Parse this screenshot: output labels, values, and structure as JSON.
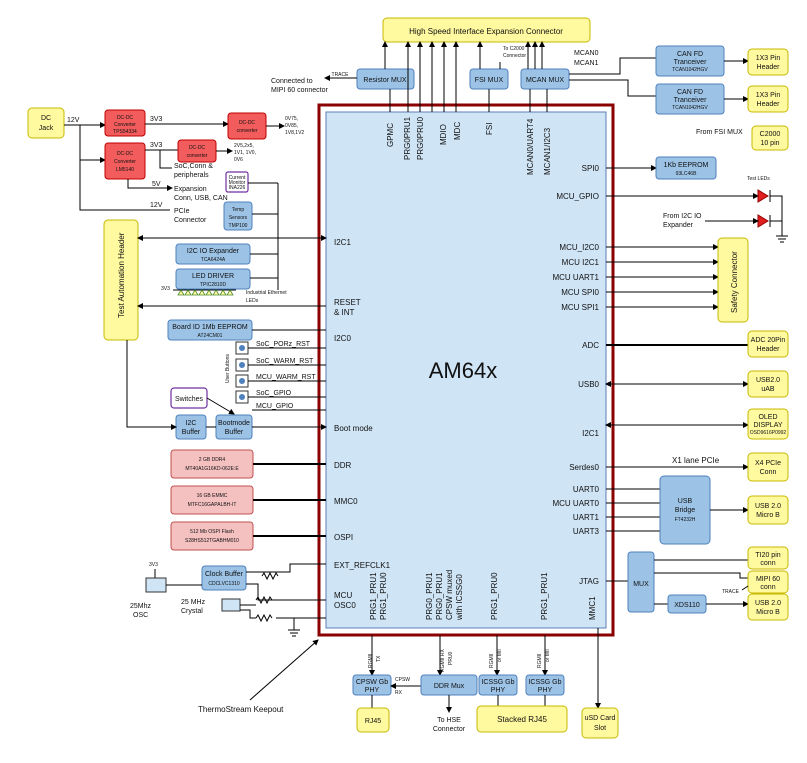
{
  "soc": {
    "name": "AM64x"
  },
  "top_connector": "High Speed Interface Expansion Connector",
  "top": {
    "resistor_mux": "Resistor MUX",
    "trace_label": "TRACE",
    "mipi_note_1": "Connected to",
    "mipi_note_2": "MIPI 60 connector",
    "fsi_mux": "FSI MUX",
    "c2000_note_1": "To C2000",
    "c2000_note_2": "Connector",
    "mcan_mux": "MCAN MUX",
    "mcan0": "MCAN0",
    "mcan1": "MCAN1",
    "can_fd_1": "CAN FD",
    "can_fd_1b": "Tranceiver",
    "can_fd_1c": "TCAN1042HGV",
    "can_fd_2": "CAN FD",
    "can_fd_2b": "Tranceiver",
    "can_fd_2c": "TCAN1042HGV",
    "hdr_1x3_a1": "1X3 Pin",
    "hdr_1x3_a2": "Header",
    "hdr_1x3_b1": "1X3 Pin",
    "hdr_1x3_b2": "Header",
    "from_fsi_mux": "From FSI MUX",
    "c2000_1": "C2000",
    "c2000_2": "10 pin"
  },
  "soc_top_pins": [
    "GPMC",
    "PRG0PRU1",
    "PRG0PRU0",
    "MDIO",
    "MDC",
    "FSI",
    "MCAN0/UART4",
    "MCAN1/I2C3"
  ],
  "soc_left_pins": {
    "i2c1": "I2C1",
    "reset": "RESET",
    "reset2": "& INT",
    "i2c0": "I2C0",
    "boot": "Boot mode",
    "ddr": "DDR",
    "mmc0": "MMC0",
    "ospi": "OSPI",
    "ext_refclk": "EXT_REFCLK1",
    "mcu": "MCU",
    "osc0": "OSC0"
  },
  "soc_right_pins": {
    "spi0": "SPI0",
    "mcu_gpio": "MCU_GPIO",
    "mcu_i2c0": "MCU_I2C0",
    "mcu_i2c1": "MCU I2C1",
    "mcu_uart1": "MCU UART1",
    "mcu_spi0": "MCU SPI0",
    "mcu_spi1": "MCU SPI1",
    "adc": "ADC",
    "usb0": "USB0",
    "i2c1": "I2C1",
    "serdes0": "Serdes0",
    "uart0": "UART0",
    "mcu_uart0": "MCU UART0",
    "uart1": "UART1",
    "uart3": "UART3",
    "jtag": "JTAG",
    "mmc1": "MMC1"
  },
  "soc_bottom_pins": {
    "p1a": "PRG1_PRU1",
    "p1b": "PRG1_PRU0",
    "p2a": "PRG0_PRU1",
    "p2b": "PRG0_PRU1",
    "p2c": "CPSW muxed",
    "p2d": "with ICSSG0",
    "p3": "PRG1_PRU0",
    "p4": "PRG1_PRU1"
  },
  "power": {
    "dc_jack_1": "DC",
    "dc_jack_2": "Jack",
    "v12": "12V",
    "v3v3_a": "3V3",
    "v3v3_b": "3V3",
    "v5": "5V",
    "v12b": "12V",
    "conv1_a": "DC-DC",
    "conv1_b": "Converter",
    "conv1_c": "TPS54334",
    "conv2_a": "DC-DC",
    "conv2_b": "Converter",
    "conv2_c": "LM5140",
    "conv3_a": "DC-DC",
    "conv3_b": "converter",
    "conv4_a": "DC-DC",
    "conv4_b": "converter",
    "rails_1": "0V75,",
    "rails_2": "0V85,",
    "rails_3": "1V8,1V2",
    "rails_4": "2V5,2x5,",
    "rails_5": "1V1, 1V0,",
    "rails_6": "0V6",
    "soc_conn_1": "SoC,Conn &",
    "soc_conn_2": "peripherals",
    "exp_1": "Expansion",
    "exp_2": "Conn, USB, CAN",
    "pcie_1": "PCIe",
    "pcie_2": "Connector",
    "cur_mon_1": "Current",
    "cur_mon_2": "Monitor",
    "cur_mon_3": "INA226",
    "temp_1": "Temp",
    "temp_2": "Sensors",
    "temp_3": "TMP100"
  },
  "left": {
    "test_auto": "Test Automation Header",
    "io_exp_1": "I2C IO Expander",
    "io_exp_2": "TCA6424A",
    "led_drv_1": "LED DRIVER",
    "led_drv_2": "TPIC2810D",
    "v3v3_led": "3V3",
    "ind_eth_1": "Industrial Ethernet",
    "ind_eth_2": "LEDs",
    "eeprom_1": "Board ID 1Mb EEPROM",
    "eeprom_2": "AT24CM01",
    "user_buttons": "User Buttons",
    "btn_por": "SoC_PORz_RST",
    "btn_warm": "SoC_WARM_RST",
    "btn_mcu_warm": "MCU_WARM_RST",
    "btn_gpio": "SoC_GPIO",
    "btn_mcu_gpio": "MCU_GPIO",
    "switches": "Switches",
    "i2c_buf_1": "I2C",
    "i2c_buf_2": "Buffer",
    "boot_buf_1": "Bootmode",
    "boot_buf_2": "Buffer",
    "ddr_1": "2 GB DDR4",
    "ddr_2": "MT40A1G16KD-062E:E",
    "emmc_1": "16 GB EMMC",
    "emmc_2": "MTFC16GAPALBH-IT",
    "ospi_1": "512 Mb OSPI Flash",
    "ospi_2": "S28HS512TGABHM010",
    "clk_buf_1": "Clock Buffer",
    "clk_buf_2": "CDCLVC1310",
    "v3v3_clk": "3V3",
    "osc_25_1": "25Mhz",
    "osc_25_2": "OSC",
    "xtal_1": "25 MHz",
    "xtal_2": "Crystal",
    "thermo": "ThermoStream Keepout"
  },
  "right": {
    "eeprom_1": "1Kb EEPROM",
    "eeprom_2": "93LC46B",
    "test_leds": "Test LEDs",
    "from_i2c_1": "From I2C IO",
    "from_i2c_2": "Expander",
    "safety": "Safety Connector",
    "adc_1": "ADC 20Pin",
    "adc_2": "Header",
    "usb_uab_1": "USB2.0",
    "usb_uab_2": "uAB",
    "oled_1": "OLED",
    "oled_2": "DISPLAY",
    "oled_3": "OSD9616P0992",
    "pcie_lane": "X1 lane PCIe",
    "x4_1": "X4 PCIe",
    "x4_2": "Conn",
    "usb_bridge_1": "USB",
    "usb_bridge_2": "Bridge",
    "usb_bridge_3": "FT4232H",
    "usb_micro_1": "USB 2.0",
    "usb_micro_2": "Micro B",
    "mux": "MUX",
    "ti20_1": "TI20 pin",
    "ti20_2": "conn",
    "mipi_1": "MIPI 60",
    "mipi_2": "conn",
    "trace2": "TRACE",
    "xds": "XDS110",
    "usb_micro_b_1": "USB 2.0",
    "usb_micro_b_2": "Micro B"
  },
  "bottom": {
    "rgmi_tx_1": "RGMII",
    "rgmi_tx_2": "TX",
    "cpsw_phy_1": "CPSW Gb",
    "cpsw_phy_2": "PHY",
    "cpsw_rx_1": "CPSW",
    "cpsw_rx_2": "RX",
    "rj45": "RJ45",
    "rgmi_rx_1": "RGMII RX",
    "rgmi_rx_2": "PRU0",
    "ddr_mux": "DDR Mux",
    "to_hse_1": "To HSE",
    "to_hse_2": "Connector",
    "rgmi_3a": "RGMII",
    "rgmi_3b": "or MII",
    "icssg_1a": "ICSSG Gb",
    "icssg_1b": "PHY",
    "rgmi_4a": "RGMII",
    "rgmi_4b": "or MII",
    "icssg_2a": "ICSSG Gb",
    "icssg_2b": "PHY",
    "stacked_rj45": "Stacked RJ45",
    "usd_1": "uSD Card",
    "usd_2": "Slot"
  },
  "colors": {
    "connector_fill": "#fff9a0",
    "ic_fill": "#9cc3e6",
    "power_fill": "#f25c5c",
    "memory_fill": "#f4c0c0",
    "soc_border": "#8b0000",
    "soc_fill": "#cfe4f5"
  }
}
